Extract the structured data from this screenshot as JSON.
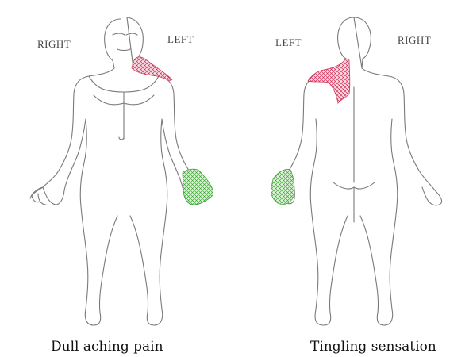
{
  "front_figure": {
    "label_right": "RIGHT",
    "label_left": "LEFT",
    "caption": "Dull aching pain"
  },
  "back_figure": {
    "label_left": "LEFT",
    "label_right": "RIGHT",
    "caption": "Tingling sensation"
  },
  "colors": {
    "pain_marking": "#d2325a",
    "tingling_marking": "#3caa32",
    "outline": "#7a7a7a"
  }
}
